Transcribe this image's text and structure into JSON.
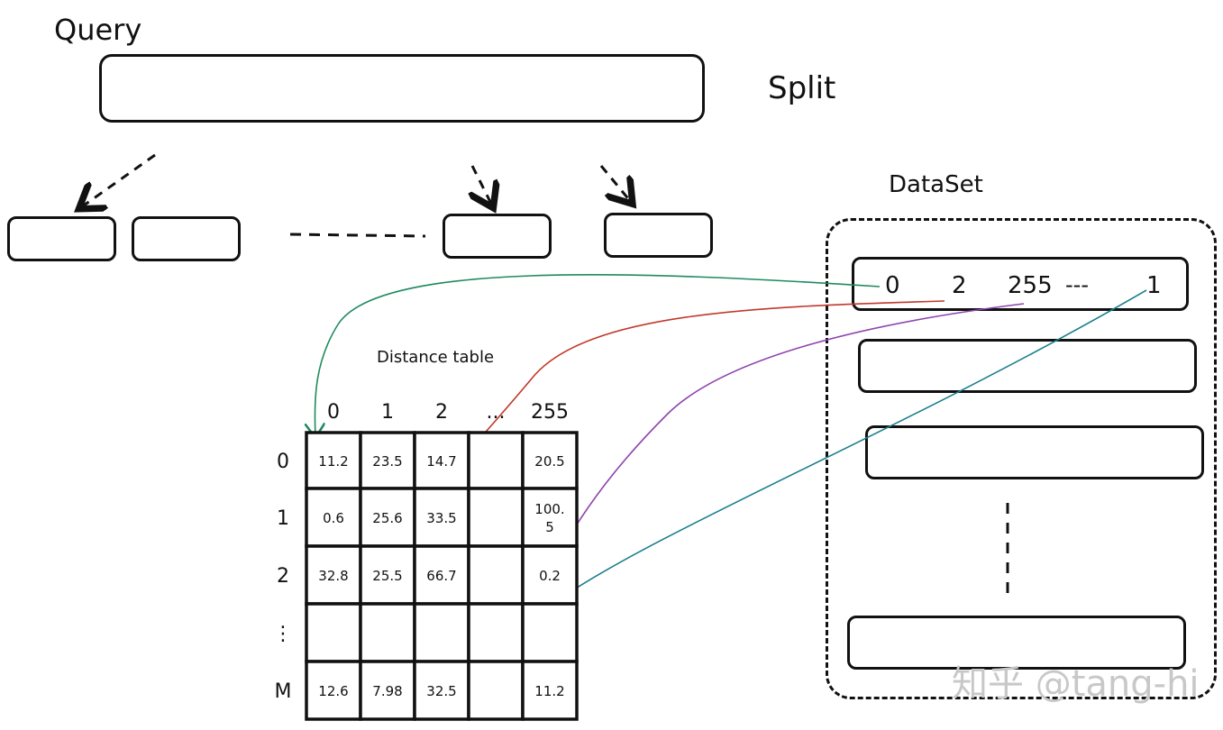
{
  "labels": {
    "query": "Query",
    "split": "Split",
    "dataset": "DataSet",
    "distance_table": "Distance table",
    "watermark": "知乎 @tang-hi"
  },
  "dataset_first_row": {
    "codes": [
      "0",
      "2",
      "255",
      "---",
      "1"
    ]
  },
  "table": {
    "columns": [
      "0",
      "1",
      "2",
      "...",
      "255"
    ],
    "rows": [
      "0",
      "1",
      "2",
      "⋮",
      "M"
    ],
    "cells": [
      [
        "11.2",
        "23.5",
        "14.7",
        "",
        "20.5"
      ],
      [
        "0.6",
        "25.6",
        "33.5",
        "",
        "100.\n5"
      ],
      [
        "32.8",
        "25.5",
        "66.7",
        "",
        "0.2"
      ],
      [
        "",
        "",
        "",
        "",
        ""
      ],
      [
        "12.6",
        "7.98",
        "32.5",
        "",
        "11.2"
      ]
    ]
  },
  "colors": {
    "green": "#1f8a5e",
    "red": "#c0392b",
    "purple": "#8e44ad",
    "teal": "#1b7f8c",
    "stroke": "#111111"
  }
}
